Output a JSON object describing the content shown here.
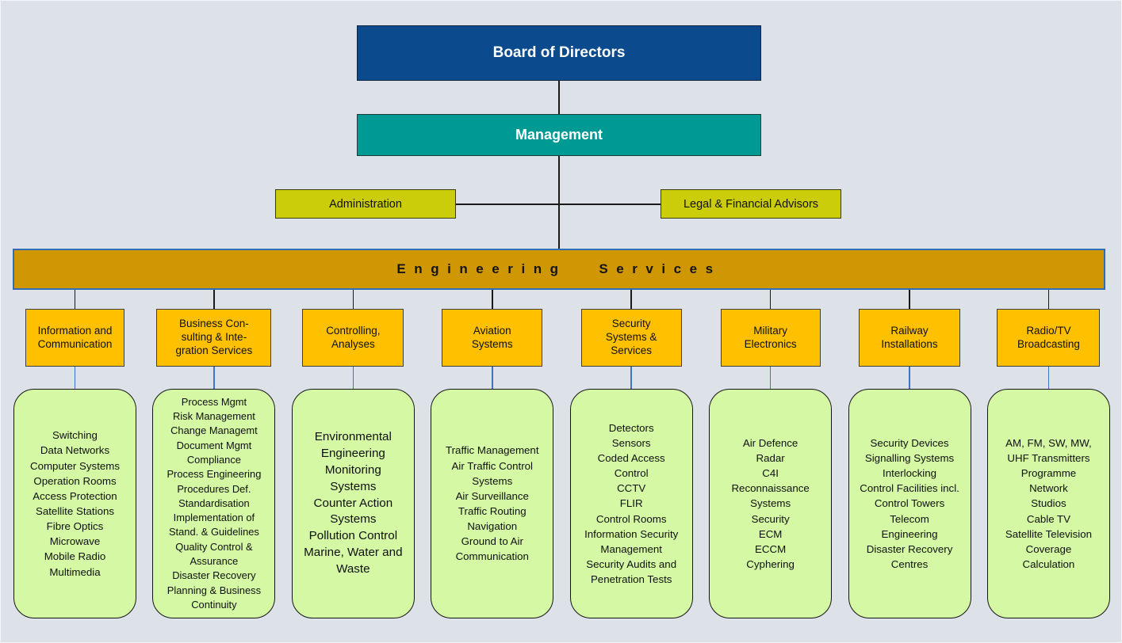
{
  "nodes": {
    "board": {
      "label": "Board of Directors"
    },
    "management": {
      "label": "Management"
    },
    "administration": {
      "label": "Administration"
    },
    "legal_financial": {
      "label": "Legal & Financial Advisors"
    },
    "engineering_services": {
      "label": "Engineering Services"
    }
  },
  "colors": {
    "background": "#dde2e9",
    "board_bg": "#0b4a8c",
    "management_bg": "#009a94",
    "side_box_bg": "#cbcc0a",
    "banner_bg": "#cf9704",
    "banner_border": "#2f6eb5",
    "department_bg": "#ffc000",
    "detail_bg": "#d4f8a4",
    "connector_black": "#1a1a1a",
    "connector_blue": "#4472c4"
  },
  "departments": [
    {
      "id": "information-and-communication",
      "label_lines": [
        "Information and",
        "Communication"
      ],
      "detail_lines": [
        "Switching",
        "Data Networks",
        "Computer Systems",
        "Operation Rooms",
        "Access Protection",
        "Satellite Stations",
        "Fibre Optics",
        "Microwave",
        "Mobile Radio",
        "Multimedia"
      ]
    },
    {
      "id": "business-consulting-integration-services",
      "label_lines": [
        "Business Con-",
        "sulting & Inte-",
        "gration Services"
      ],
      "detail_lines": [
        "Process Mgmt",
        "Risk Management",
        "Change Managemt",
        "Document Mgmt",
        "Compliance",
        "Process Engineering",
        "Procedures Def.",
        "Standardisation",
        "Implementation of",
        "Stand. & Guidelines",
        "Quality Control &",
        "Assurance",
        "Disaster Recovery",
        "Planning & Business",
        "Continuity"
      ]
    },
    {
      "id": "controlling-analyses",
      "label_lines": [
        "Controlling,",
        "Analyses"
      ],
      "detail_lines": [
        "Environmental",
        "Engineering",
        "Monitoring",
        "Systems",
        "Counter Action",
        "Systems",
        "Pollution Control",
        "Marine, Water and",
        "Waste"
      ]
    },
    {
      "id": "aviation-systems",
      "label_lines": [
        "Aviation",
        "Systems"
      ],
      "detail_lines": [
        "Traffic Management",
        "Air Traffic Control",
        "Systems",
        "Air Surveillance",
        "Traffic Routing",
        "Navigation",
        "Ground to Air",
        "Communication"
      ]
    },
    {
      "id": "security-systems-services",
      "label_lines": [
        "Security",
        "Systems &",
        "Services"
      ],
      "detail_lines": [
        "Detectors",
        "Sensors",
        "Coded Access",
        "Control",
        "CCTV",
        "FLIR",
        "Control Rooms",
        "Information Security",
        "Management",
        "Security Audits and",
        "Penetration Tests"
      ]
    },
    {
      "id": "military-electronics",
      "label_lines": [
        "Military",
        "Electronics"
      ],
      "detail_lines": [
        "Air Defence",
        "Radar",
        "C4I",
        "Reconnaissance",
        "Systems",
        "Security",
        "ECM",
        "ECCM",
        "Cyphering"
      ]
    },
    {
      "id": "railway-installations",
      "label_lines": [
        "Railway",
        "Installations"
      ],
      "detail_lines": [
        "Security Devices",
        "Signalling Systems",
        "Interlocking",
        "Control Facilities incl.",
        "Control Towers",
        "Telecom",
        "Engineering",
        "Disaster Recovery",
        "Centres"
      ]
    },
    {
      "id": "radio-tv-broadcasting",
      "label_lines": [
        "Radio/TV",
        "Broadcasting"
      ],
      "detail_lines": [
        "AM, FM, SW, MW,",
        "UHF Transmitters",
        "Programme",
        "Network",
        "Studios",
        "Cable TV",
        "Satellite Television",
        "Coverage",
        "Calculation"
      ]
    }
  ]
}
